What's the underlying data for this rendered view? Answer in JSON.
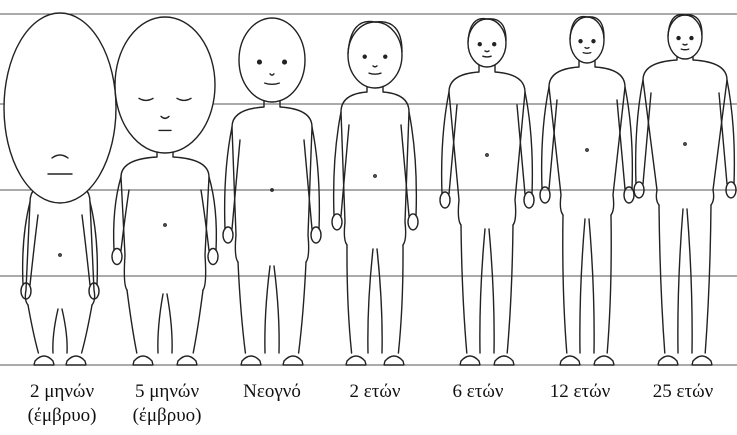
{
  "figure": {
    "line_color": "#555555",
    "ink_color": "#222222",
    "stages": [
      {
        "label": "2 μηνών",
        "sublabel": "(έμβρυο)"
      },
      {
        "label": "5 μηνών",
        "sublabel": "(έμβρυο)"
      },
      {
        "label": "Νεογνό",
        "sublabel": ""
      },
      {
        "label": "2 ετών",
        "sublabel": ""
      },
      {
        "label": "6 ετών",
        "sublabel": ""
      },
      {
        "label": "12 ετών",
        "sublabel": ""
      },
      {
        "label": "25 ετών",
        "sublabel": ""
      }
    ]
  }
}
